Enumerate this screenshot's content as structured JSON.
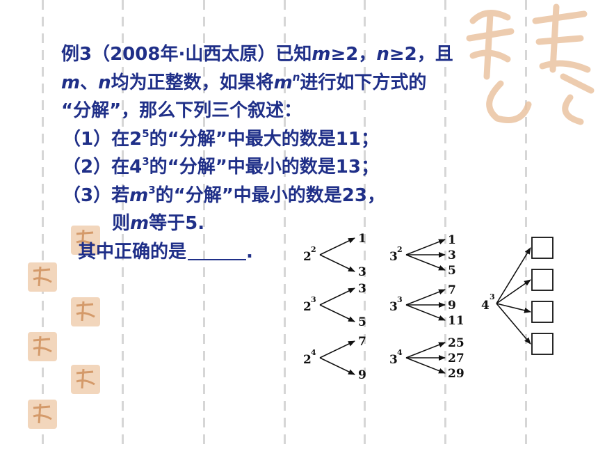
{
  "problem": {
    "l1_a": "例3（2008年·山西太原）已知",
    "m": "m",
    "geq2_a": "≥2，",
    "n": "n",
    "geq2_b": "≥2，且",
    "l2_a": "、",
    "l2_b": "均为正整数，如果将",
    "exp_n": "n",
    "l2_c": "进行如下方式的",
    "l3": "“分解”，那么下列三个叙述：",
    "s1_a": "（1）在2",
    "s1_sup": "5",
    "s1_b": "的“分解”中最大的数是11；",
    "s2_a": "（2）在4",
    "s2_sup": "3",
    "s2_b": "的“分解”中最小的数是13；",
    "s3_a": "（3）若",
    "s3_sup": "3",
    "s3_b": "的“分解”中最小的数是23，",
    "s4_a": "则",
    "s4_b": "等于5.",
    "q_a": "其中正确的是",
    "q_b": "."
  },
  "diagram": {
    "groups": [
      {
        "base": "2",
        "exp": "2",
        "results": [
          "1",
          "3"
        ]
      },
      {
        "base": "2",
        "exp": "3",
        "results": [
          "3",
          "5"
        ]
      },
      {
        "base": "2",
        "exp": "4",
        "results": [
          "7",
          "9"
        ]
      },
      {
        "base": "3",
        "exp": "2",
        "results": [
          "1",
          "3",
          "5"
        ]
      },
      {
        "base": "3",
        "exp": "3",
        "results": [
          "7",
          "9",
          "11"
        ]
      },
      {
        "base": "3",
        "exp": "4",
        "results": [
          "25",
          "27",
          "29"
        ]
      }
    ],
    "target": {
      "base": "4",
      "exp": "3",
      "boxes": 4
    }
  },
  "colors": {
    "text": "#1f2f88",
    "seal": "#e0a878",
    "dash": "#d6d6d6"
  }
}
